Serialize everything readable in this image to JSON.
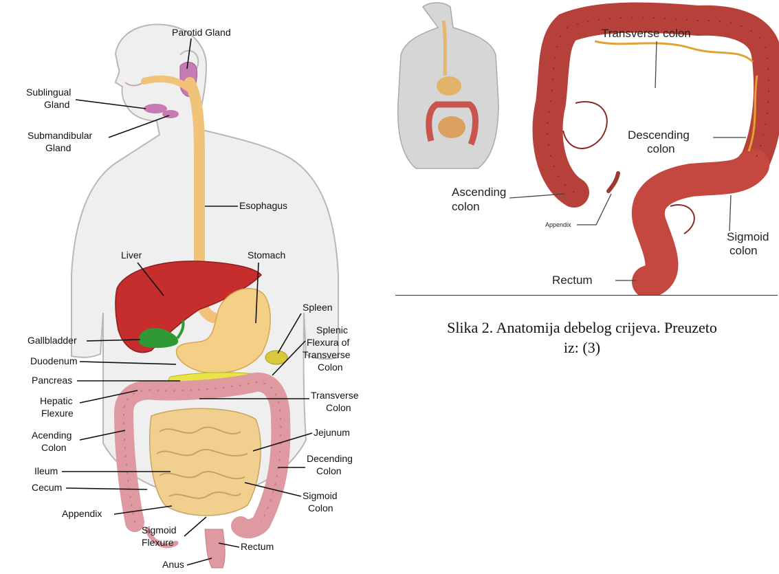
{
  "left_figure": {
    "labels": {
      "parotid": "Parotid Gland",
      "sublingual_1": "Sublingual",
      "sublingual_2": "Gland",
      "submandibular_1": "Submandibular",
      "submandibular_2": "Gland",
      "esophagus": "Esophagus",
      "liver": "Liver",
      "stomach": "Stomach",
      "spleen": "Spleen",
      "splenic_1": "Splenic",
      "splenic_2": "Flexura of",
      "splenic_3": "Transverse",
      "splenic_4": "Colon",
      "gallbladder": "Gallbladder",
      "duodenum": "Duodenum",
      "pancreas": "Pancreas",
      "hepatic_1": "Hepatic",
      "hepatic_2": "Flexure",
      "transverse_1": "Transverse",
      "transverse_2": "Colon",
      "acending_1": "Acending",
      "acending_2": "Colon",
      "jejunum": "Jejunum",
      "ileum": "Ileum",
      "decending_1": "Decending",
      "decending_2": "Colon",
      "cecum": "Cecum",
      "sigmoid_colon_1": "Sigmoid",
      "sigmoid_colon_2": "Colon",
      "appendix": "Appendix",
      "sigmoid_flexure_1": "Sigmoid",
      "sigmoid_flexure_2": "Flexure",
      "rectum": "Rectum",
      "anus": "Anus"
    }
  },
  "right_figure": {
    "labels": {
      "transverse": "Transverse colon",
      "descending_1": "Descending",
      "descending_2": "colon",
      "ascending_1": "Ascending",
      "ascending_2": "colon",
      "appendix": "Appendix",
      "sigmoid_1": "Sigmoid",
      "sigmoid_2": "colon",
      "rectum": "Rectum"
    }
  },
  "caption": {
    "line1": "Slika 2. Anatomija debelog crijeva. Preuzeto",
    "line2": "iz: (3)"
  }
}
